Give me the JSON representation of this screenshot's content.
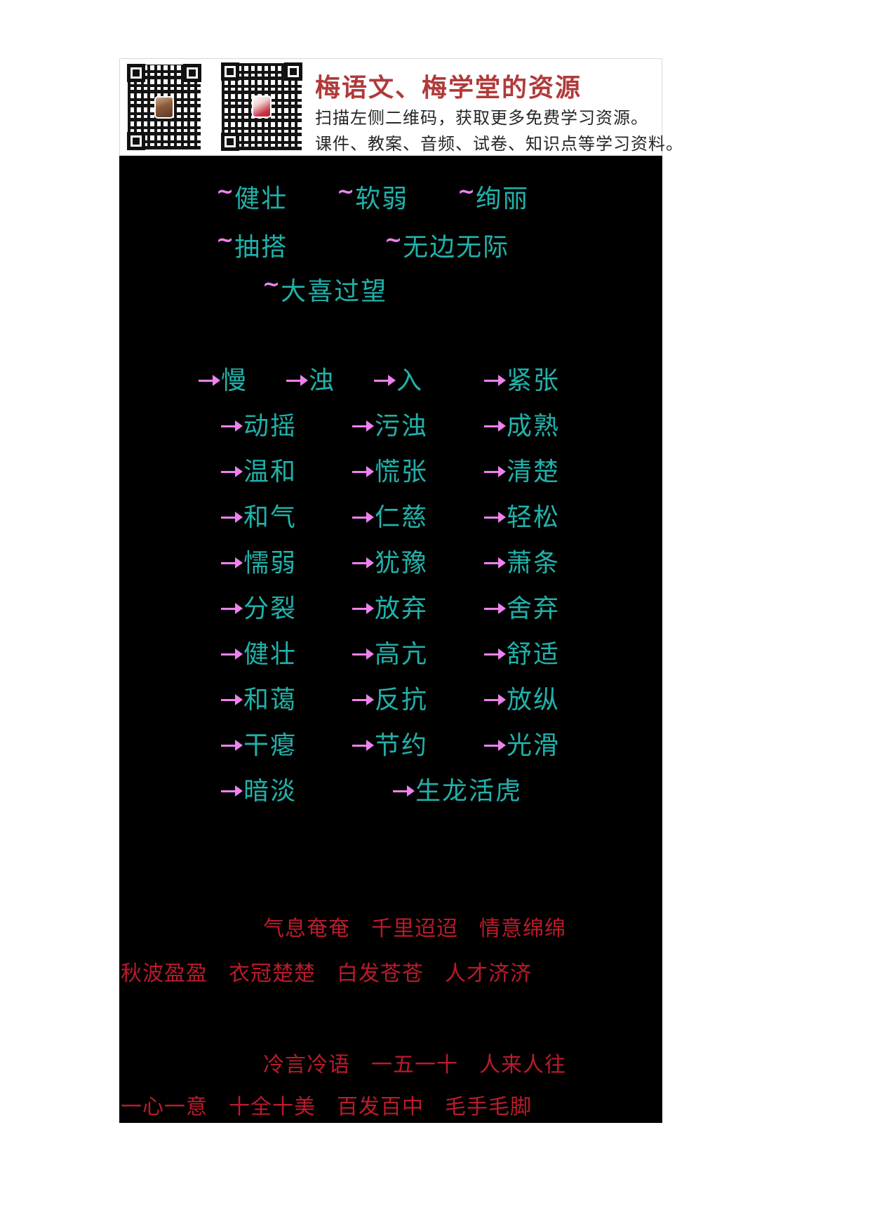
{
  "banner": {
    "title": "梅语文、梅学堂的资源",
    "subtitle_line1": "扫描左侧二维码，获取更多免费学习资源。",
    "subtitle_line2": "课件、教案、音频、试卷、知识点等学习资料。",
    "qr_codes": [
      "wechat-qr-left",
      "wechat-qr-right"
    ]
  },
  "colors": {
    "page_background": "#ffffff",
    "sheet_background": "#000000",
    "banner_title_red": "#b03a3a",
    "banner_text": "#262626",
    "answer_teal": "#20b2aa",
    "mark_magenta": "#ee82ee",
    "idiom_red": "#ba1b2b"
  },
  "marks": {
    "tilde": "~",
    "arrow": "→"
  },
  "tilde_words": [
    "健壮",
    "软弱",
    "绚丽",
    "抽搭",
    "无边无际",
    "大喜过望"
  ],
  "arrow_words": [
    "慢",
    "浊",
    "入",
    "紧张",
    "动摇",
    "污浊",
    "成熟",
    "温和",
    "慌张",
    "清楚",
    "和气",
    "仁慈",
    "轻松",
    "懦弱",
    "犹豫",
    "萧条",
    "分裂",
    "放弃",
    "舍弃",
    "健壮",
    "高亢",
    "舒适",
    "和蔼",
    "反抗",
    "放纵",
    "干瘪",
    "节约",
    "光滑",
    "暗淡",
    "生龙活虎"
  ],
  "idiom_lines": [
    [
      "气息奄奄",
      "千里迢迢",
      "情意绵绵"
    ],
    [
      "秋波盈盈",
      "衣冠楚楚",
      "白发苍苍",
      "人才济济"
    ],
    [
      "冷言冷语",
      "一五一十",
      "人来人往"
    ],
    [
      "一心一意",
      "十全十美",
      "百发百中",
      "毛手毛脚"
    ]
  ]
}
